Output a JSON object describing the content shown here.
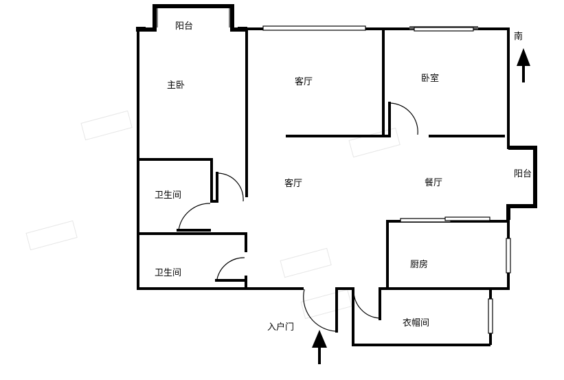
{
  "plan": {
    "orientation_label": "南",
    "rooms": {
      "balcony_top": "阳台",
      "master_bedroom": "主卧",
      "living_room_top": "客厅",
      "bedroom": "卧室",
      "living_room_center": "客厅",
      "dining_room": "餐厅",
      "balcony_right": "阳台",
      "bathroom_upper": "卫生间",
      "bathroom_lower": "卫生间",
      "kitchen": "厨房",
      "cloakroom": "衣帽间",
      "entrance": "入户门"
    }
  }
}
